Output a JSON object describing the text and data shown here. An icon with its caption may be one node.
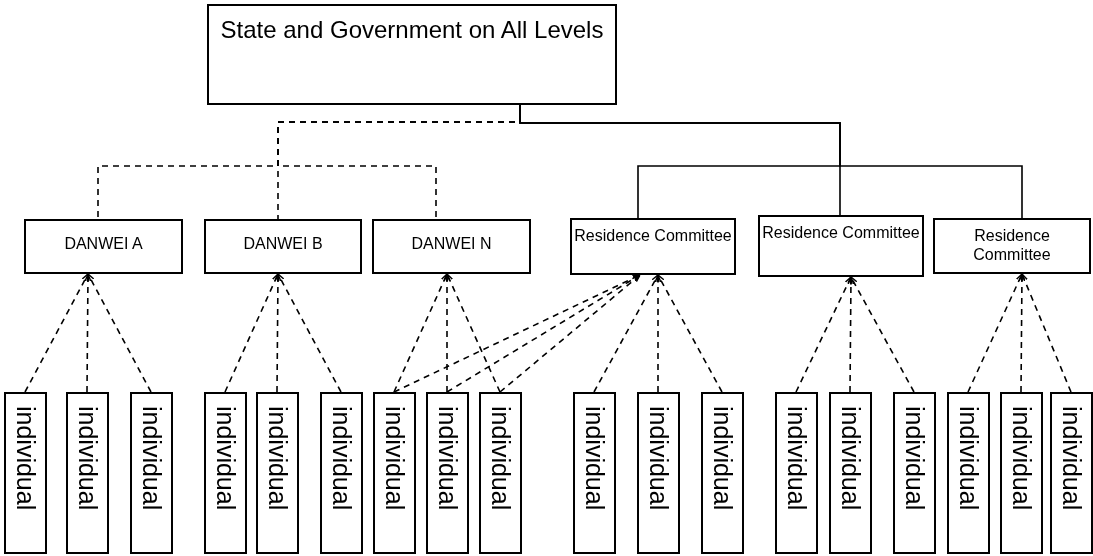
{
  "diagram": {
    "nodes": [
      {
        "text": [
          "State and Government on All Levels"
        ]
      },
      {
        "text": [
          "DANWEI A"
        ]
      },
      {
        "text": [
          "DANWEI B"
        ]
      },
      {
        "text": [
          "DANWEI N"
        ]
      },
      {
        "text": [
          "Residence Committee"
        ]
      },
      {
        "text": [
          "Residence Committee"
        ]
      },
      {
        "text": [
          "Residence Committee"
        ]
      },
      {
        "text": [
          "individual"
        ]
      },
      {
        "text": [
          "individual"
        ]
      },
      {
        "text": [
          "individual"
        ]
      },
      {
        "text": [
          "individual"
        ]
      },
      {
        "text": [
          "individual"
        ]
      },
      {
        "text": [
          "individual"
        ]
      },
      {
        "text": [
          "individual"
        ]
      },
      {
        "text": [
          "individual"
        ]
      },
      {
        "text": [
          "individual"
        ]
      },
      {
        "text": [
          "individual"
        ]
      },
      {
        "text": [
          "individual"
        ]
      },
      {
        "text": [
          "individual"
        ]
      },
      {
        "text": [
          "individual"
        ]
      },
      {
        "text": [
          "individual"
        ]
      },
      {
        "text": [
          "individual"
        ]
      },
      {
        "text": [
          "individual"
        ]
      },
      {
        "text": [
          "individual"
        ]
      },
      {
        "text": [
          "individual"
        ]
      }
    ],
    "edges": [
      {
        "from": 0,
        "to": 1,
        "arrow": "none",
        "style": "dashed"
      },
      {
        "from": 0,
        "to": 2,
        "arrow": "none",
        "style": "dashed"
      },
      {
        "from": 0,
        "to": 3,
        "arrow": "none",
        "style": "dashed"
      },
      {
        "from": 0,
        "to": 4,
        "arrow": "none"
      },
      {
        "from": 0,
        "to": 5,
        "arrow": "none"
      },
      {
        "from": 0,
        "to": 6,
        "arrow": "none"
      },
      {
        "from": 7,
        "to": 1,
        "arrow": "to",
        "style": "dashed"
      },
      {
        "from": 8,
        "to": 1,
        "arrow": "to",
        "style": "dashed"
      },
      {
        "from": 9,
        "to": 1,
        "arrow": "to",
        "style": "dashed"
      },
      {
        "from": 10,
        "to": 2,
        "arrow": "to",
        "style": "dashed"
      },
      {
        "from": 11,
        "to": 2,
        "arrow": "to",
        "style": "dashed"
      },
      {
        "from": 12,
        "to": 2,
        "arrow": "to",
        "style": "dashed"
      },
      {
        "from": 13,
        "to": 3,
        "arrow": "to",
        "style": "dashed"
      },
      {
        "from": 14,
        "to": 3,
        "arrow": "to",
        "style": "dashed"
      },
      {
        "from": 15,
        "to": 3,
        "arrow": "to",
        "style": "dashed"
      },
      {
        "from": 13,
        "to": 4,
        "arrow": "to",
        "style": "dashed"
      },
      {
        "from": 14,
        "to": 4,
        "arrow": "to",
        "style": "dashed"
      },
      {
        "from": 15,
        "to": 4,
        "arrow": "to",
        "style": "dashed"
      },
      {
        "from": 16,
        "to": 4,
        "arrow": "to",
        "style": "dashed"
      },
      {
        "from": 17,
        "to": 4,
        "arrow": "to",
        "style": "dashed"
      },
      {
        "from": 18,
        "to": 4,
        "arrow": "to",
        "style": "dashed"
      },
      {
        "from": 19,
        "to": 5,
        "arrow": "to",
        "style": "dashed"
      },
      {
        "from": 20,
        "to": 5,
        "arrow": "to",
        "style": "dashed"
      },
      {
        "from": 21,
        "to": 5,
        "arrow": "to",
        "style": "dashed"
      },
      {
        "from": 22,
        "to": 6,
        "arrow": "to",
        "style": "dashed"
      },
      {
        "from": 23,
        "to": 6,
        "arrow": "to",
        "style": "dashed"
      },
      {
        "from": 24,
        "to": 6,
        "arrow": "to",
        "style": "dashed"
      }
    ]
  }
}
